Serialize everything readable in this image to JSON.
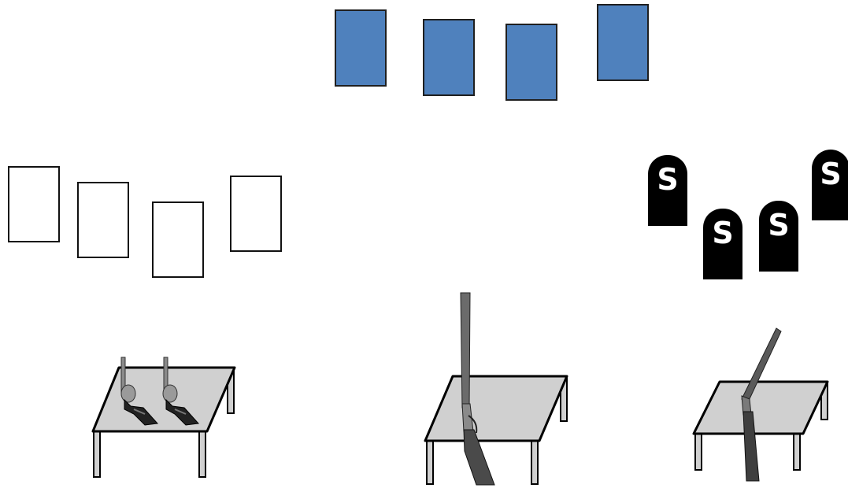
{
  "colors": {
    "card_fill": "#4f81bd",
    "table_top": "#d0d0d0",
    "tombstone": "#000000"
  },
  "tombstones": [
    {
      "letter": "S"
    },
    {
      "letter": "S"
    },
    {
      "letter": "S"
    },
    {
      "letter": "S"
    }
  ],
  "objects": {
    "left_table": {
      "item": "two revolvers",
      "icon": "revolver-icon"
    },
    "middle_table": {
      "item": "rifle",
      "icon": "rifle-icon"
    },
    "right_table": {
      "item": "shotgun",
      "icon": "shotgun-icon"
    }
  }
}
